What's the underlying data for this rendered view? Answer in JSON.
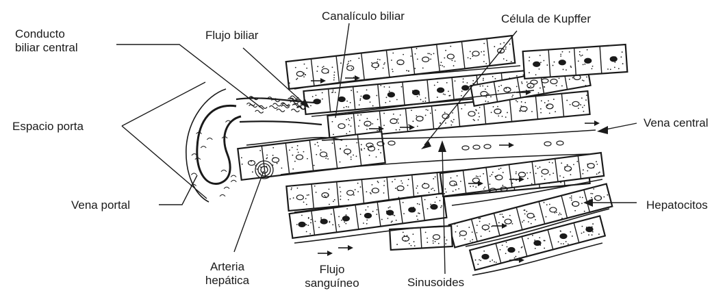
{
  "labels": {
    "conducto_biliar_central": [
      "Conducto",
      "biliar central"
    ],
    "flujo_biliar": "Flujo biliar",
    "canaliculo_biliar": "Canalículo biliar",
    "celula_de_kupffer": "Célula de Kupffer",
    "espacio_porta": "Espacio porta",
    "vena_central": "Vena central",
    "vena_portal": "Vena portal",
    "hepatocitos": "Hepatocitos",
    "arteria_hepatica": [
      "Arteria",
      "hepática"
    ],
    "flujo_sanguineo": [
      "Flujo",
      "sanguíneo"
    ],
    "sinusoides": "Sinusoides"
  },
  "colors": {
    "ink": "#1a1a1a",
    "background": "#ffffff"
  }
}
